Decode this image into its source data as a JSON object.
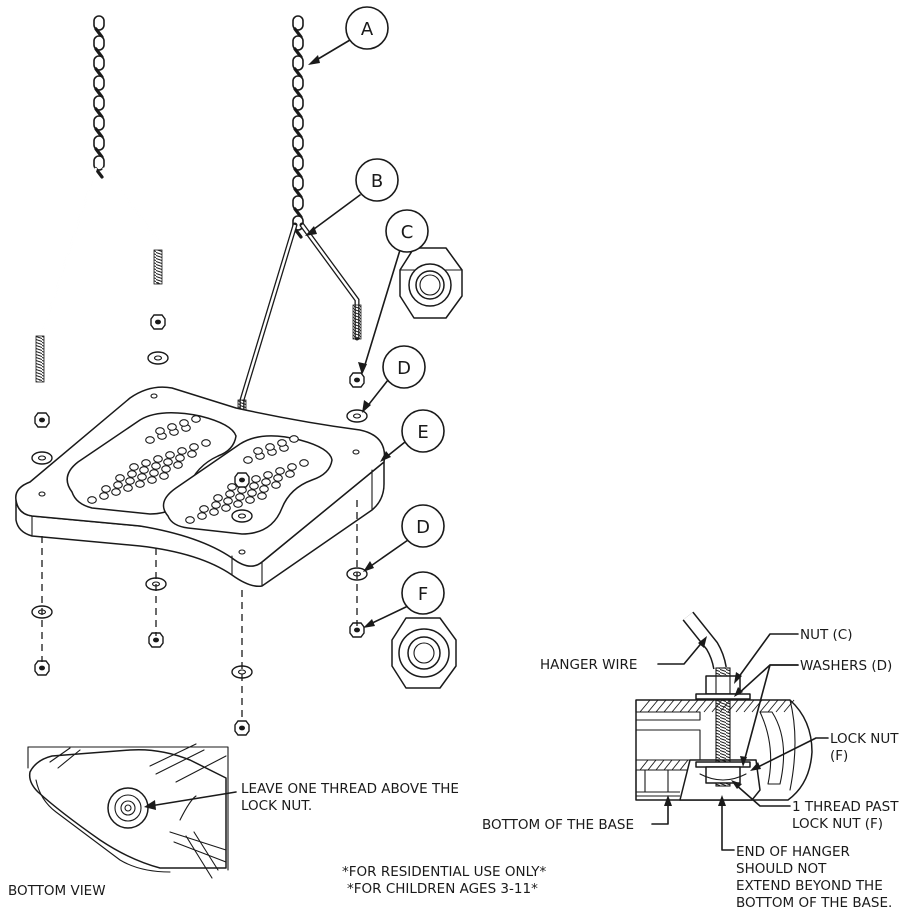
{
  "callouts": {
    "a": "A",
    "b": "B",
    "c": "C",
    "d1": "D",
    "e": "E",
    "d2": "D",
    "f": "F"
  },
  "detail_labels": {
    "nut_c": "NUT (C)",
    "hanger_wire": "HANGER WIRE",
    "washers_d": "WASHERS (D)",
    "lock_nut_line1": "LOCK NUT",
    "lock_nut_line2": "(F)",
    "bottom_of_base": "BOTTOM OF THE BASE",
    "thread_past_line1": "1 THREAD PAST",
    "thread_past_line2": "LOCK NUT (F)",
    "end_hanger_line1": "END OF HANGER",
    "end_hanger_line2": "SHOULD NOT",
    "end_hanger_line3": "EXTEND BEYOND THE",
    "end_hanger_line4": "BOTTOM OF THE BASE."
  },
  "bottom_view": {
    "title": "BOTTOM VIEW",
    "note_line1": "LEAVE ONE THREAD ABOVE THE",
    "note_line2": "LOCK NUT."
  },
  "usage_notes": {
    "line1": "*FOR RESIDENTIAL USE ONLY*",
    "line2": "*FOR CHILDREN AGES 3-11*"
  }
}
